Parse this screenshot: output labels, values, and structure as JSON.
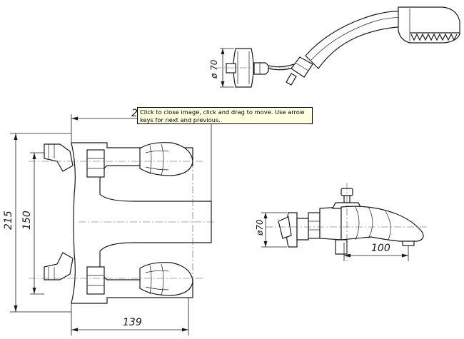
{
  "tooltip": {
    "text": "Click to close image, click and drag to move. Use arrow keys for next and previous."
  },
  "dimensions": {
    "overall_height": "215",
    "inlet_spacing": "150",
    "body_depth": "139",
    "top_width_partial": "2",
    "spout_length": "100",
    "shower_holder_diameter": "ø 70",
    "spout_flange_diameter": "ø70"
  },
  "colors": {
    "line": "#1a1a1a",
    "background": "#ffffff",
    "tooltip_bg": "#ffffe1"
  }
}
